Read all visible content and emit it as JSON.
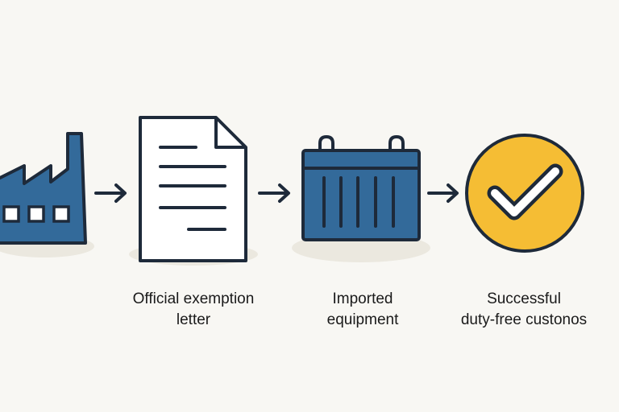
{
  "steps": [
    {
      "id": "factory",
      "icon": "factory-icon",
      "label": ""
    },
    {
      "id": "letter",
      "icon": "document-icon",
      "label": "Official exemption\nletter"
    },
    {
      "id": "equipment",
      "icon": "shipping-container-icon",
      "label": "Imported\nequipment"
    },
    {
      "id": "customs",
      "icon": "checkmark-circle-icon",
      "label": "Successful\nduty-free custonos"
    }
  ],
  "colors": {
    "background": "#f8f7f3",
    "outline": "#1e2a3a",
    "blue": "#336a9a",
    "yellow": "#f5bd34",
    "paper": "#ffffff",
    "shadow": "#ebe8df"
  }
}
